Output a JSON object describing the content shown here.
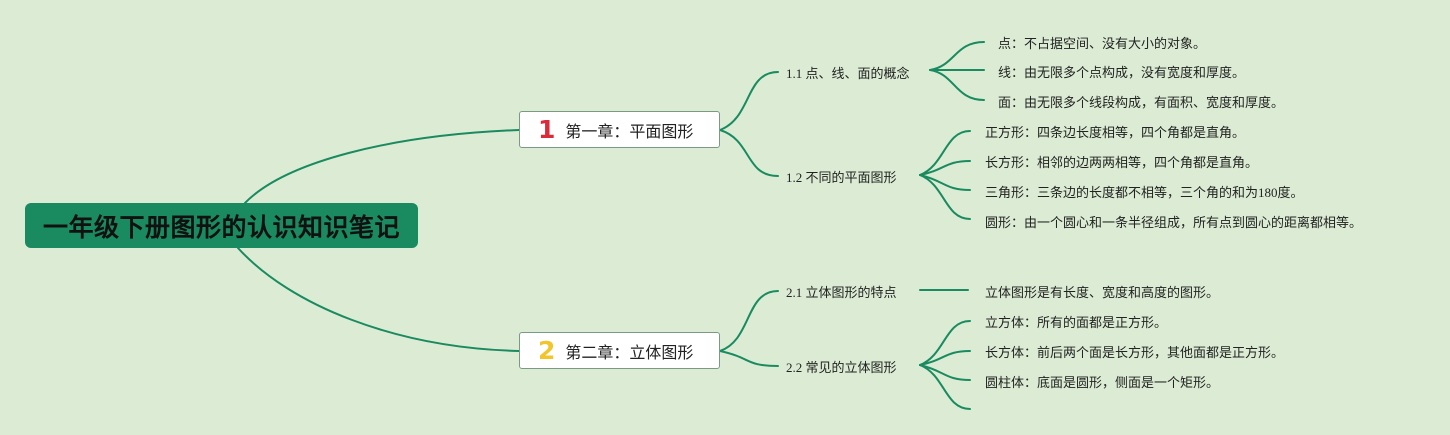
{
  "root": {
    "title": "一年级下册图形的认识知识笔记"
  },
  "chapters": [
    {
      "number": "1",
      "number_color": "#d92b3a",
      "label": "第一章：平面图形",
      "sections": [
        {
          "label": "1.1 点、线、面的概念",
          "leaves": [
            "点：不占据空间、没有大小的对象。",
            "线：由无限多个点构成，没有宽度和厚度。",
            "面：由无限多个线段构成，有面积、宽度和厚度。"
          ]
        },
        {
          "label": "1.2 不同的平面图形",
          "leaves": [
            "正方形：四条边长度相等，四个角都是直角。",
            "长方形：相邻的边两两相等，四个角都是直角。",
            "三角形：三条边的长度都不相等，三个角的和为180度。",
            "圆形：由一个圆心和一条半径组成，所有点到圆心的距离都相等。"
          ]
        }
      ]
    },
    {
      "number": "2",
      "number_color": "#f2c52c",
      "label": "第二章：立体图形",
      "sections": [
        {
          "label": "2.1 立体图形的特点",
          "leaves": [
            "立体图形是有长度、宽度和高度的图形。"
          ]
        },
        {
          "label": "2.2 常见的立体图形",
          "leaves": [
            "立方体：所有的面都是正方形。",
            "长方体：前后两个面是长方形，其他面都是正方形。",
            "圆柱体：底面是圆形，侧面是一个矩形。",
            ""
          ]
        }
      ]
    }
  ],
  "colors": {
    "background": "#dcecd4",
    "root_fill": "#1a8a60",
    "connector": "#1a8a60"
  }
}
